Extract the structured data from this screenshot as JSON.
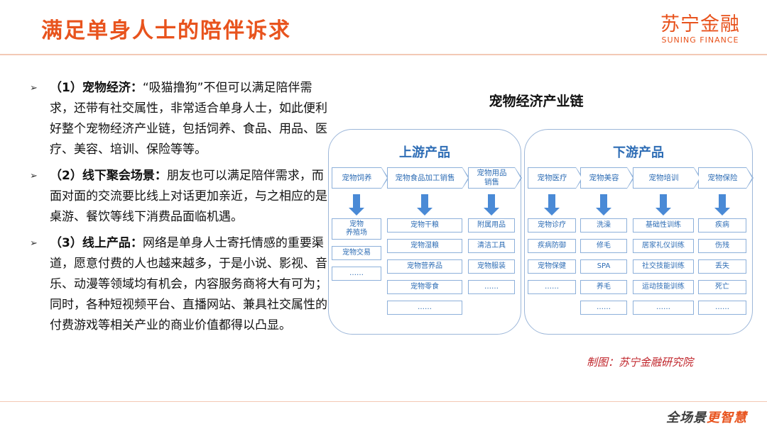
{
  "header": {
    "title": "满足单身人士的陪伴诉求",
    "logo_cn": "苏宁金融",
    "logo_en": "SUNING FINANCE"
  },
  "bullets": [
    {
      "label": "（1）宠物经济：",
      "text": "“吸猫撸狗”不但可以满足陪伴需求，还带有社交属性，非常适合单身人士，如此便利好整个宠物经济产业链，包括饲养、食品、用品、医疗、美容、培训、保险等等。"
    },
    {
      "label": "（2）线下聚会场景：",
      "text": "朋友也可以满足陪伴需求，而面对面的交流要比线上对话更加亲近，与之相应的是桌游、餐饮等线下消费品面临机遇。"
    },
    {
      "label": "（3）线上产品：",
      "text": "网络是单身人士寄托情感的重要渠道，愿意付费的人也越来越多，于是小说、影视、音乐、动漫等领域均有机会，内容服务商将大有可为；同时，各种短视频平台、直播网站、兼具社交属性的付费游戏等相关产业的商业价值都得以凸显。"
    }
  ],
  "diagram": {
    "title": "宠物经济产业链",
    "upstream": {
      "title": "上游产品",
      "columns": [
        {
          "head": "宠物饲养",
          "items": [
            "宠物\n养殖场",
            "宠物交易",
            "……"
          ]
        },
        {
          "head": "宠物食品加工销售",
          "items": [
            "宠物干粮",
            "宠物湿粮",
            "宠物营养品",
            "宠物零食",
            "……"
          ]
        },
        {
          "head": "宠物用品\n销售",
          "items": [
            "附属用品",
            "清洁工具",
            "宠物服装",
            "……"
          ]
        }
      ]
    },
    "downstream": {
      "title": "下游产品",
      "columns": [
        {
          "head": "宠物医疗",
          "items": [
            "宠物诊疗",
            "疾病防御",
            "宠物保健",
            "……"
          ]
        },
        {
          "head": "宠物美容",
          "items": [
            "洗澡",
            "修毛",
            "SPA",
            "养毛",
            "……"
          ]
        },
        {
          "head": "宠物培训",
          "items": [
            "基础性训练",
            "居家礼仪训练",
            "社交技能训练",
            "运动技能训练",
            "……"
          ]
        },
        {
          "head": "宠物保险",
          "items": [
            "疾病",
            "伤残",
            "丢失",
            "死亡",
            "……"
          ]
        }
      ]
    },
    "credit": "制图：苏宁金融研究院"
  },
  "footer": {
    "slogan_a": "全场景",
    "slogan_b": "更智慧"
  }
}
